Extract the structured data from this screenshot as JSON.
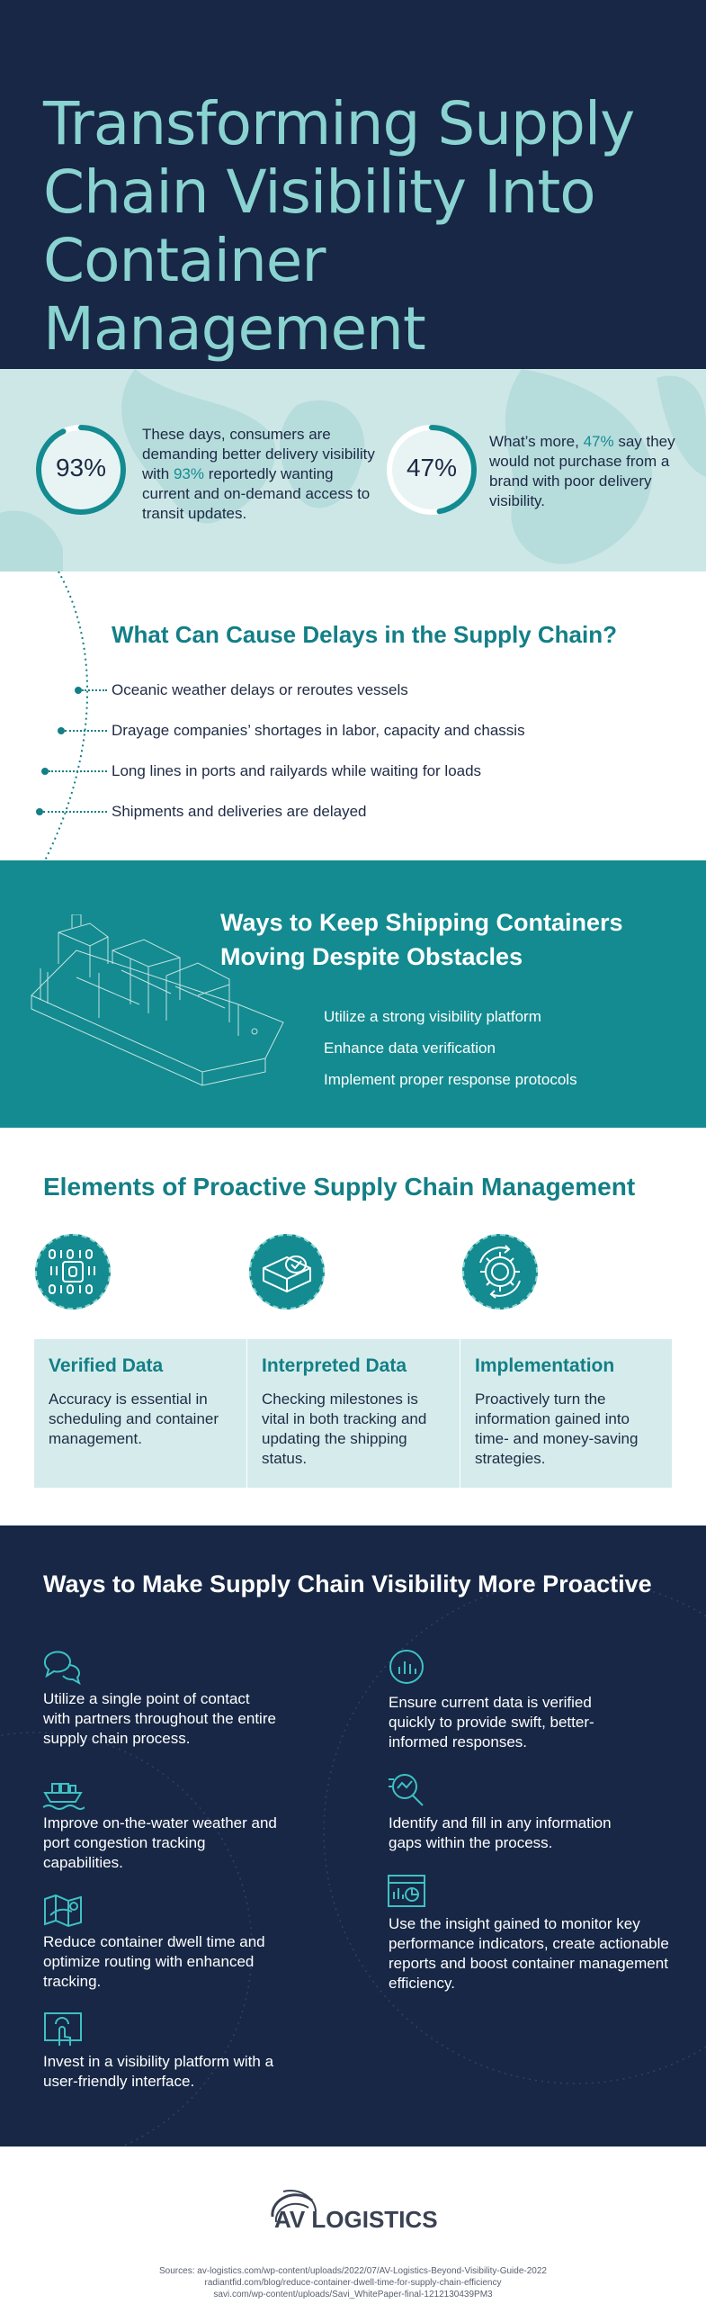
{
  "hero": {
    "title_line1": "Transforming Supply",
    "title_line2": "Chain Visibility Into",
    "title_line3": "Container Management"
  },
  "stats": [
    {
      "value": "93%",
      "progress": 0.93,
      "text_before": "These days, consumers are demanding better delivery visibility with ",
      "highlight": "93%",
      "text_after": " reportedly wanting current and on-demand access to transit updates."
    },
    {
      "value": "47%",
      "progress": 0.47,
      "text_before": "What’s more, ",
      "highlight": "47%",
      "text_after": " say they would not purchase from a brand with poor delivery visibility."
    }
  ],
  "delays": {
    "title": "What Can Cause Delays in the Supply Chain?",
    "items": [
      "Oceanic weather delays or reroutes vessels",
      "Drayage companies’ shortages in labor, capacity and chassis",
      "Long lines in ports and railyards while waiting for loads",
      "Shipments and deliveries are delayed"
    ]
  },
  "ways": {
    "title_line1": "Ways to Keep Shipping Containers",
    "title_line2": "Moving Despite Obstacles",
    "items": [
      "Utilize a strong visibility platform",
      "Enhance data verification",
      "Implement proper response protocols"
    ]
  },
  "elements": {
    "title": "Elements of Proactive Supply Chain Management",
    "cards": [
      {
        "title": "Verified Data",
        "desc": "Accuracy is essential in scheduling and container management.",
        "icon": "binary-data-icon"
      },
      {
        "title": "Interpreted Data",
        "desc": "Checking milestones is vital in both tracking and updating the shipping status.",
        "icon": "container-check-icon"
      },
      {
        "title": "Implementation",
        "desc": "Proactively turn the information gained into time- and money-saving strategies.",
        "icon": "gear-arrows-icon"
      }
    ]
  },
  "proactive": {
    "title": "Ways to Make Supply Chain Visibility More Proactive",
    "left": [
      {
        "text": "Utilize a single point of contact with partners throughout the entire supply chain process.",
        "icon": "chat-bubbles-icon"
      },
      {
        "text": "Improve on-the-water weather and port congestion tracking capabilities.",
        "icon": "ship-waves-icon"
      },
      {
        "text": "Reduce container dwell time and optimize routing with enhanced tracking.",
        "icon": "route-map-icon"
      },
      {
        "text": "Invest in a visibility platform with a user-friendly interface.",
        "icon": "touch-screen-icon"
      }
    ],
    "right": [
      {
        "text": "Ensure current data is verified quickly to provide swift, better-informed responses.",
        "icon": "chart-gauge-icon"
      },
      {
        "text": "Identify and fill in any information gaps within the process.",
        "icon": "magnifier-chart-icon"
      },
      {
        "text": "Use the insight gained to monitor key performance indicators, create actionable reports and boost container management efficiency.",
        "icon": "dashboard-icon"
      }
    ]
  },
  "footer": {
    "logo": "AV LOGISTICS",
    "sources": [
      "Sources: av-logistics.com/wp-content/uploads/2022/07/AV-Logistics-Beyond-Visibility-Guide-2022",
      "radiantfid.com/blog/reduce-container-dwell-time-for-supply-chain-efficiency",
      "savi.com/wp-content/uploads/Savi_WhitePaper-final-1212130439PM3"
    ]
  },
  "colors": {
    "navy": "#172745",
    "teal": "#138b90",
    "mint": "#8ad3d0",
    "light_teal": "#cde7e7"
  }
}
